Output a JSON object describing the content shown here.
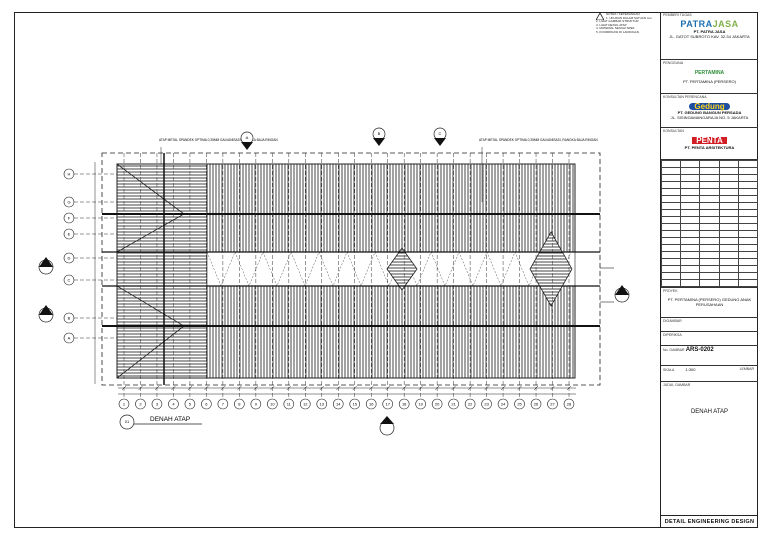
{
  "notes": {
    "symbol": "A",
    "lines": [
      "NOTES / KETERANGAN:",
      "1. UKURAN DALAM SATUAN mm",
      "2. LIHAT GAMBAR STRUKTUR",
      "3. LIHAT DETAIL ATAP",
      "4. MATERIAL SESUAI SPEK",
      "5. KOORDINASI DI LAPANGAN"
    ]
  },
  "drawing": {
    "title": "DENAH ATAP",
    "title_tag": "01",
    "leader_left": "ATAP METAL SPANDEK OPTIMA 0,35MM GALVANISASI, RANGKA BAJA RINGAN",
    "leader_right": "ATAP METAL SPANDEK OPTIMA 0,35MM GALVANISASI, RANGKA BAJA RINGAN",
    "section_top": [
      "A",
      "B",
      "C"
    ],
    "grid_rows": [
      "H",
      "G",
      "F",
      "E",
      "D",
      "C",
      "B",
      "A"
    ],
    "grid_cols": [
      "1",
      "2",
      "3",
      "4",
      "5",
      "6",
      "7",
      "8",
      "9",
      "10",
      "11",
      "12",
      "13",
      "14",
      "15",
      "16",
      "17",
      "18",
      "19",
      "20",
      "21",
      "22",
      "23",
      "24",
      "25",
      "26",
      "27",
      "28"
    ]
  },
  "titleblock": {
    "pemberi_tugas_label": "PEMBERI TUGAS",
    "owner_brand_a": "PATRA",
    "owner_brand_b": "JASA",
    "owner_name": "PT. PATRA JASA",
    "owner_addr": "JL. GATOT SUBROTO KAV. 32-34 JAKARTA",
    "pengguna_label": "PENGGUNA",
    "pertamina": "PERTAMINA",
    "pengguna_name": "PT. PERTAMINA (PERSERO)",
    "kontraktor_label": "KONSULTAN PERENCANA",
    "gedung": "Gedung",
    "kontraktor_name": "PT. GEDUNG BANGUN PERSADA",
    "kontraktor_addr": "JL. SISINGAMANGARAJA NO. 5 JAKARTA",
    "konsultan_label": "KONSULTAN",
    "penta": "PENTA",
    "konsultan_name": "PT. PENTA ARSITEKTURA",
    "project_label": "PROYEK",
    "project_name": "PT. PERTAMINA (PERSERO) GEDUNG ANAK PERUSAHAAN",
    "drawn_label": "DIGAMBAR",
    "check_label": "DIPERIKSA",
    "no_label": "No. GAMBAR",
    "no_value": "ARS-0202",
    "scale_label": "SKALA",
    "scale_value": "1:300",
    "sheet_label": "LEMBAR",
    "title_label": "JUDUL GAMBAR",
    "title_value": "DENAH ATAP",
    "footer": "DETAIL ENGINEERING DESIGN"
  }
}
